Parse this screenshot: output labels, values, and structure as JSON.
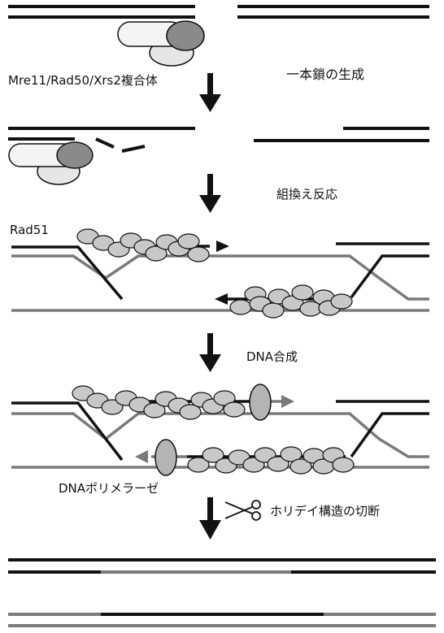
{
  "labels": {
    "complex": "Mre11/Rad50/Xrs2複合体",
    "single_strand": "一本鎖の生成",
    "recombination": "組換え反応",
    "rad51": "Rad51",
    "dna_synthesis": "DNA合成",
    "polymerase": "DNAポリメラーゼ",
    "holliday_cut": "ホリデイ構造の切断"
  },
  "colors": {
    "black_strand": "#111111",
    "gray_strand": "#7a7a7a",
    "protein_fill": "#c8c8c8",
    "protein_dark": "#8a8a8a",
    "protein_light": "#f2f2f2"
  },
  "icons": [
    "down-arrow-icon",
    "scissors-icon"
  ]
}
